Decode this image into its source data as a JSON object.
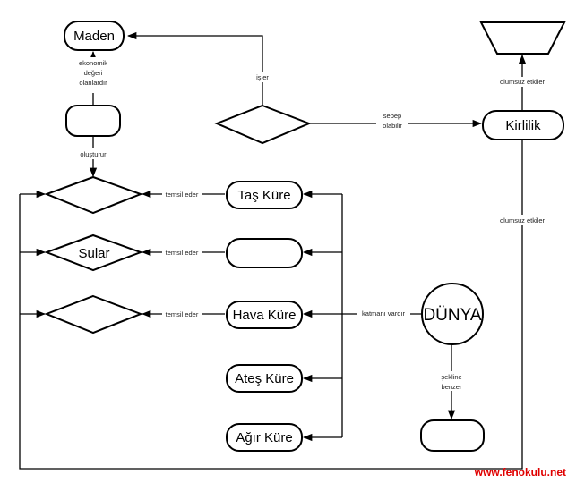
{
  "nodes": {
    "maden": "Maden",
    "tas_kure": "Taş Küre",
    "sular": "Sular",
    "hava_kure": "Hava Küre",
    "ates_kure": "Ateş Küre",
    "agir_kure": "Ağır Küre",
    "dunya": "DÜNYA",
    "kirlilik": "Kirlilik"
  },
  "edge_labels": {
    "ekonomik_1": "ekonomik",
    "ekonomik_2": "değeri",
    "ekonomik_3": "olanlardır",
    "olusturur": "oluşturur",
    "isler": "işler",
    "sebep_1": "sebep",
    "sebep_2": "olabilir",
    "olumsuz_top": "olumsuz etkiler",
    "olumsuz_side": "olumsuz etkiler",
    "temsil_1": "temsil eder",
    "temsil_2": "temsil eder",
    "temsil_3": "temsil eder",
    "katmani": "katmanı vardır",
    "sekline_1": "şekline",
    "sekline_2": "benzer"
  },
  "watermark": "www.fenokulu.net"
}
